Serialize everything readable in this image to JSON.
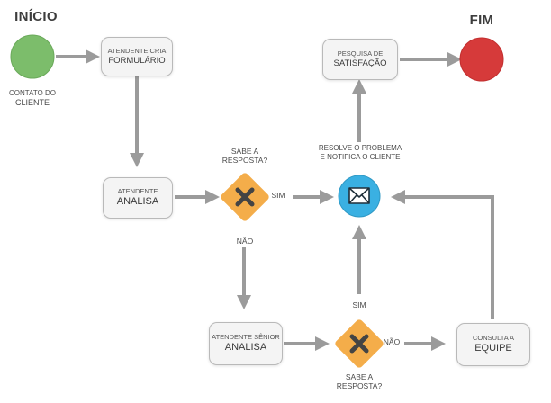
{
  "colors": {
    "start": "#7cbd6b",
    "end": "#d63a3a",
    "decision": "#f4ad4a",
    "decision_x": "#444444",
    "email": "#3ab0e2",
    "arrow": "#9b9b9b",
    "box_bg": "#f4f4f4",
    "box_border": "#b9b9b9"
  },
  "start": {
    "title": "INÍCIO",
    "caption_line1": "CONTATO DO",
    "caption_line2": "CLIENTE"
  },
  "end": {
    "title": "FIM"
  },
  "nodes": {
    "formulario": {
      "line1": "ATENDENTE CRIA",
      "line2": "FORMULÁRIO"
    },
    "analisa": {
      "line1": "ATENDENTE",
      "line2": "ANALISA"
    },
    "senior": {
      "line1": "ATENDENTE SÊNIOR",
      "line2": "ANALISA"
    },
    "pesquisa": {
      "line1": "PESQUISA DE",
      "line2": "SATISFAÇÃO"
    },
    "equipe": {
      "line1": "CONSULTA A",
      "line2": "EQUIPE"
    }
  },
  "decision1": {
    "question_line1": "SABE A",
    "question_line2": "RESPOSTA?",
    "yes": "SIM",
    "no": "NÃO",
    "icon": "x-mark"
  },
  "decision2": {
    "question_line1": "SABE A",
    "question_line2": "RESPOSTA?",
    "yes": "SIM",
    "no": "NÃO",
    "icon": "x-mark"
  },
  "resolve": {
    "line1": "RESOLVE O PROBLEMA",
    "line2": "E NOTIFICA O CLIENTE",
    "icon": "envelope"
  }
}
